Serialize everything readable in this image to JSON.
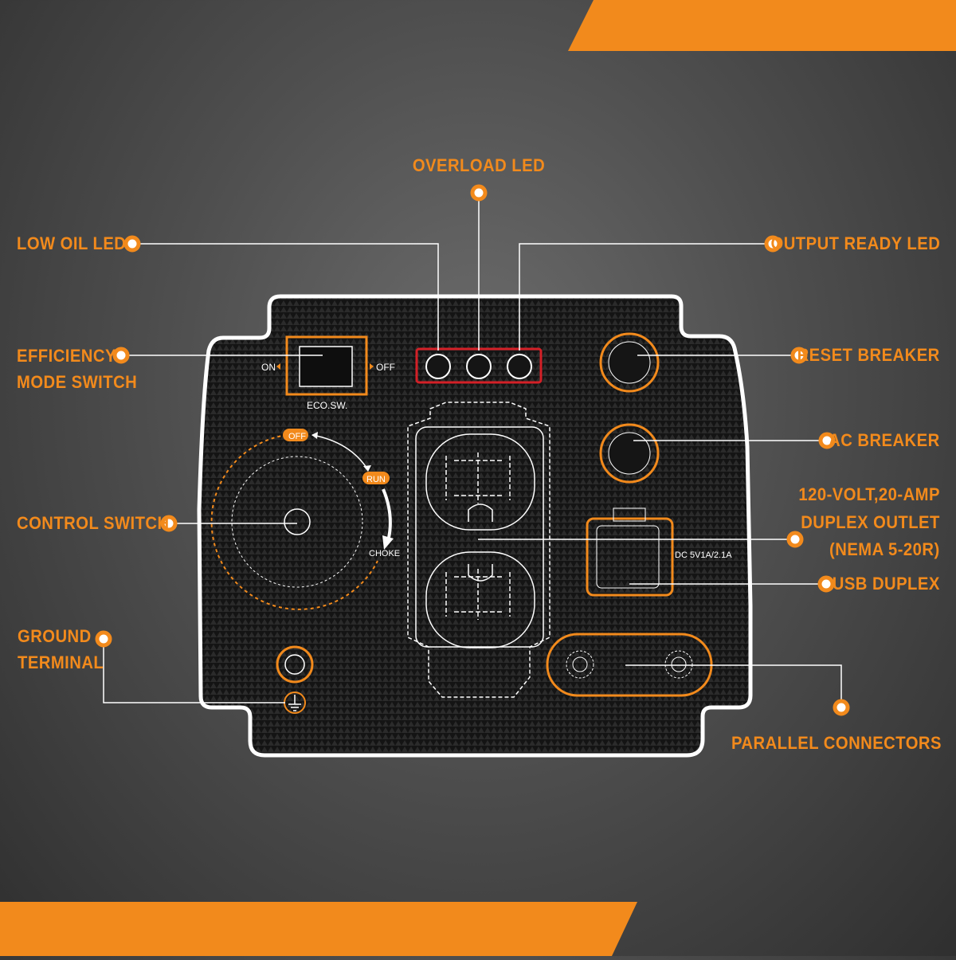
{
  "labels": {
    "overload_led": "OVERLOAD LED",
    "low_oil_led": "LOW OIL LED",
    "output_ready_led": "OUTPUT READY LED",
    "efficiency_mode_switch_line1": "EFFICIENCY",
    "efficiency_mode_switch_line2": "MODE SWITCH",
    "reset_breaker": "RESET BREAKER",
    "ac_breaker": "AC BREAKER",
    "duplex_outlet_line1": "120-VOLT,20-AMP",
    "duplex_outlet_line2": "DUPLEX OUTLET",
    "duplex_outlet_line3": "(NEMA 5-20R)",
    "usb_duplex": "USB DUPLEX",
    "control_switch": "CONTROL SWITCH",
    "ground_terminal_line1": "GROUND",
    "ground_terminal_line2": "TERMINAL",
    "parallel_connectors": "PARALLEL CONNECTORS"
  },
  "panel": {
    "eco_on": "ON",
    "eco_off": "OFF",
    "eco_label": "ECO.SW.",
    "switch_off": "OFF",
    "switch_run": "RUN",
    "switch_choke": "CHOKE",
    "usb_rating": "DC 5V1A/2.1A"
  },
  "colors": {
    "accent": "#f28a1c",
    "led_frame": "#d42027",
    "panel": "#161616",
    "outline": "#ffffff"
  }
}
